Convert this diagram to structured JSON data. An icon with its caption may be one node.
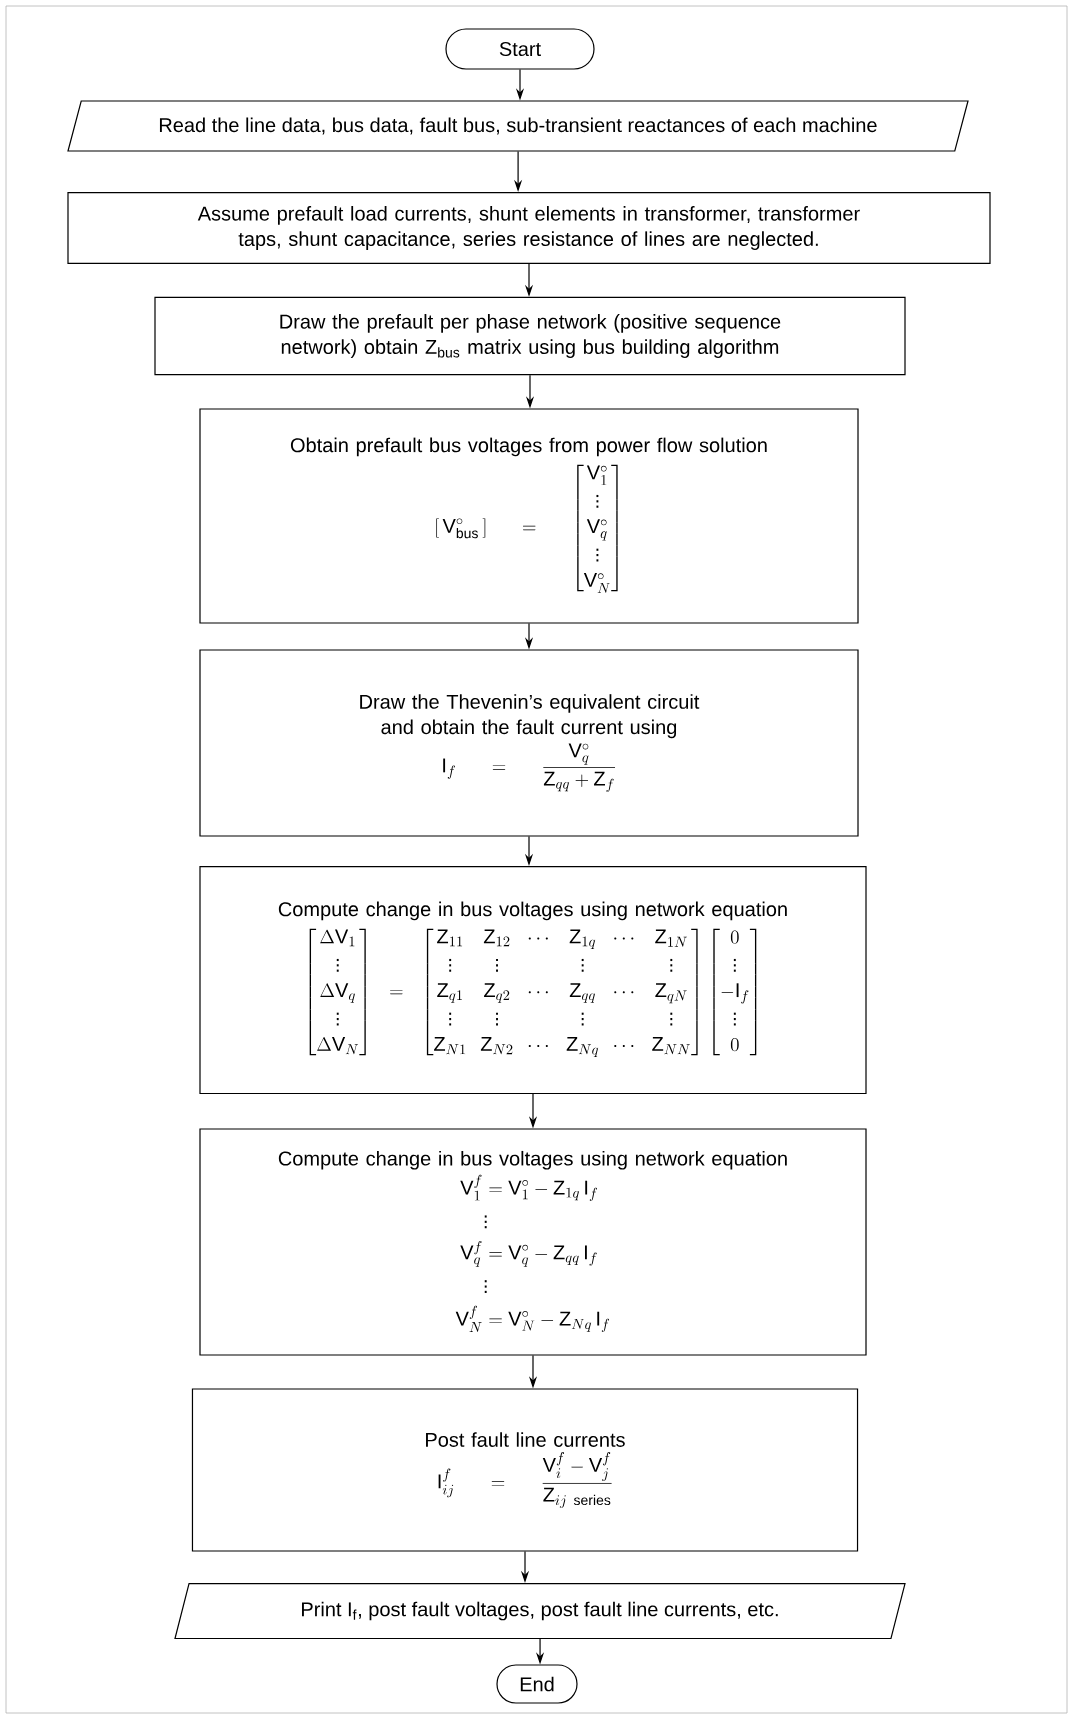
{
  "diagram": {
    "nodes": [
      {
        "text": [
          "Start"
        ]
      },
      {
        "text": [
          "Read the line data, bus data, fault bus, sub-transient reactances of each machine"
        ]
      },
      {
        "text": [
          "Assume prefault load currents, shunt elements in transformer, transformer taps, shunt capacitance, series resistance of lines are neglected."
        ]
      },
      {
        "text": [
          "Draw the prefault per phase network (positive sequence network) obtain Z$_{bus}$ matrix using bus building algorithm"
        ]
      },
      {
        "text": [
          "Obtain prefault bus voltages from power flow solution",
          "[\\,\\mathrm{V}^{\\circ}_{\\mathrm{bus}}\\,] = \\begin{bmatrix} \\mathrm{V}^{\\circ}_{1}\\\\ \\vdots \\\\ \\mathrm{V}^{\\circ}_{q} \\\\ \\vdots \\\\ \\mathrm{V}^{\\circ}_{N}\\end{bmatrix}"
        ]
      },
      {
        "text": [
          "Draw the Thevenin’s equivalent circuit and obtain the fault current using",
          "\\mathrm{I}_f = \\frac{\\mathrm{V}^{\\circ}_q}{\\mathrm{Z}_{qq}+\\mathrm{Z}_f}"
        ]
      },
      {
        "text": [
          "Compute change in bus voltages using network equation",
          "\\begin{bmatrix}\\Delta \\mathrm{V}_1\\\\ \\vdots\\\\ \\Delta \\mathrm{V}_q\\\\ \\vdots\\\\ \\Delta \\mathrm{V}_N\\end{bmatrix} = \\begin{bmatrix} \\mathrm{Z}_{11} & \\mathrm{Z}_{12} & \\cdots & \\mathrm{Z}_{1q} & \\cdots & \\mathrm{Z}_{1N}\\\\ \\vdots&\\vdots&&\\vdots&&\\vdots\\\\ \\mathrm{Z}_{q1}&\\mathrm{Z}_{q2}&\\cdots&\\mathrm{Z}_{qq}&\\cdots&\\mathrm{Z}_{qN}\\\\ \\vdots&\\vdots&&\\vdots&&\\vdots\\\\ \\mathrm{Z}_{N1}&\\mathrm{Z}_{N2}&\\cdots&\\mathrm{Z}_{Nq}&\\cdots&\\mathrm{Z}_{NN}\\end{bmatrix}\\begin{bmatrix}0\\\\ \\vdots\\\\ -\\mathrm{I}_f\\\\ \\vdots\\\\ 0\\end{bmatrix}"
        ]
      },
      {
        "text": [
          "Compute change in bus voltages using network equation",
          "\\begin{aligned} \\mathrm{V}^f_1 &= \\mathrm{V}^{\\circ}_1 - \\mathrm{Z}_{1q}\\, \\mathrm{I}_f\\\\ &\\vdots\\\\ \\mathrm{V}^f_q &= \\mathrm{V}^{\\circ}_q - \\mathrm{Z}_{qq}\\, \\mathrm{I}_f \\\\ &\\vdots \\\\ \\mathrm{V}^f_N &= \\mathrm{V}^{\\circ}_N - \\mathrm{Z}_{Nq}\\, \\mathrm{I}_f\\end{aligned}"
        ]
      },
      {
        "text": [
          "Post fault line currents",
          "\\mathrm{I}^f_{ij} = \\frac{\\mathrm{V}^f_i - \\mathrm{V}^f_j}{\\mathrm{Z}_{ij\\ \\mathrm{series}}}"
        ]
      },
      {
        "text": [
          "Print I$_{f}$, post fault voltages, post fault line currents, etc."
        ]
      },
      {
        "text": [
          "End"
        ]
      }
    ],
    "edges": [
      {
        "from": 0,
        "to": 1,
        "arrow": "to"
      },
      {
        "from": 1,
        "to": 2,
        "arrow": "to"
      },
      {
        "from": 2,
        "to": 3,
        "arrow": "to"
      },
      {
        "from": 3,
        "to": 4,
        "arrow": "to"
      },
      {
        "from": 4,
        "to": 5,
        "arrow": "to"
      },
      {
        "from": 5,
        "to": 6,
        "arrow": "to"
      },
      {
        "from": 6,
        "to": 7,
        "arrow": "to"
      },
      {
        "from": 7,
        "to": 8,
        "arrow": "to"
      },
      {
        "from": 8,
        "to": 9,
        "arrow": "to"
      },
      {
        "from": 9,
        "to": 10,
        "arrow": "to"
      }
    ]
  }
}
